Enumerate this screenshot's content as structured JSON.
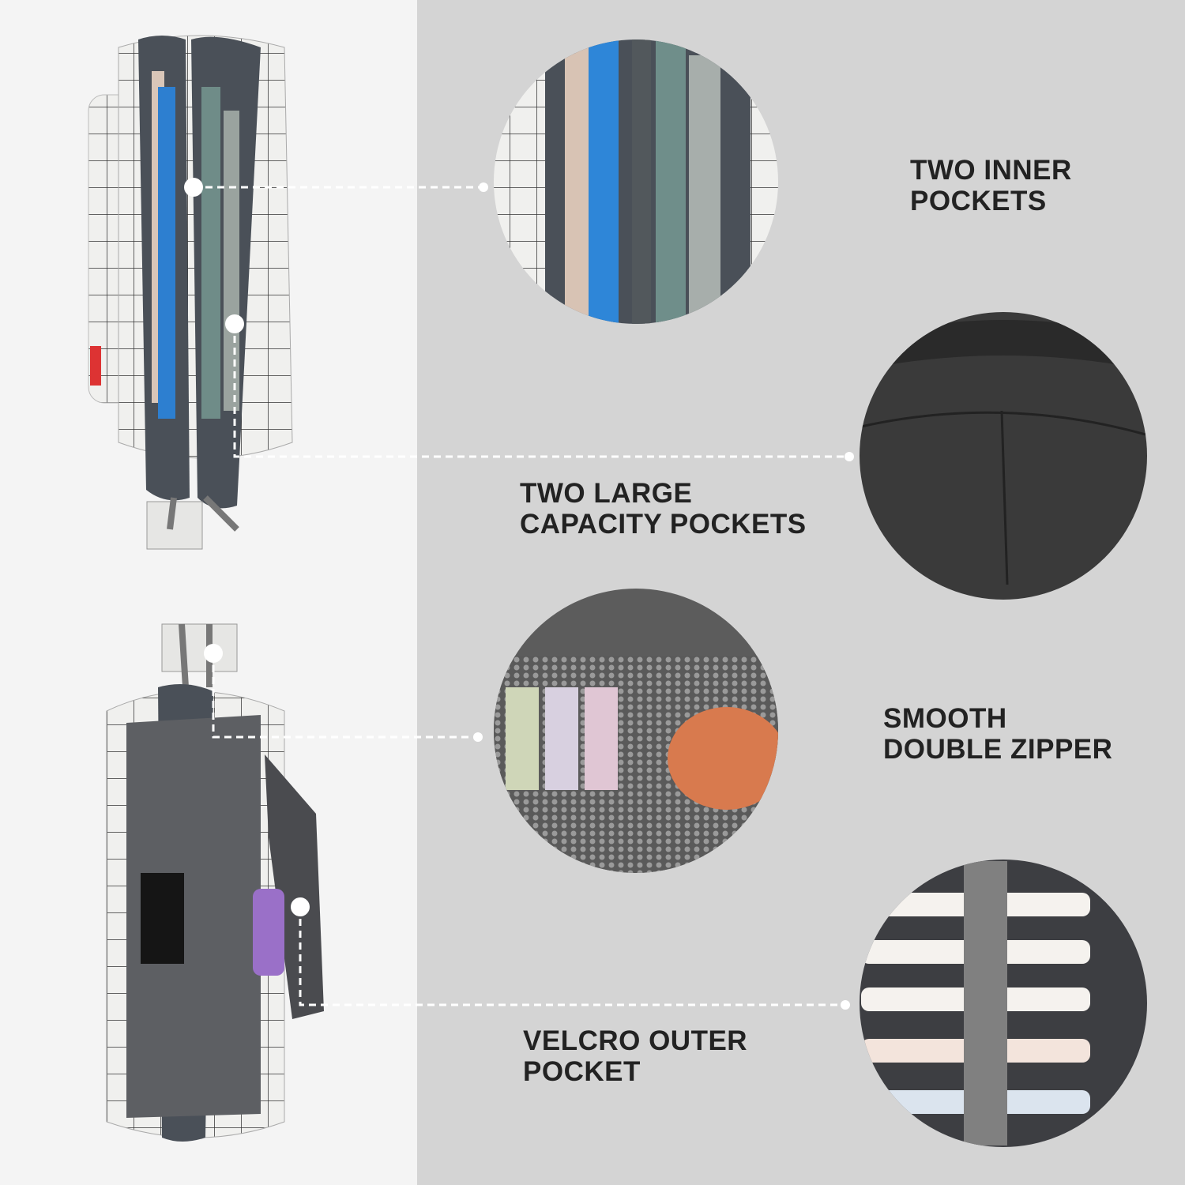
{
  "features": [
    {
      "line1": "TWO INNER",
      "line2": "POCKETS"
    },
    {
      "line1": "TWO LARGE",
      "line2": "CAPACITY POCKETS"
    },
    {
      "line1": "SMOOTH",
      "line2": "DOUBLE ZIPPER"
    },
    {
      "line1": "VELCRO OUTER",
      "line2": "POCKET"
    }
  ],
  "colors": {
    "left_bg": "#f4f4f4",
    "right_bg": "#d4d4d4",
    "text": "#222222",
    "lining": "#3a3a3a"
  }
}
